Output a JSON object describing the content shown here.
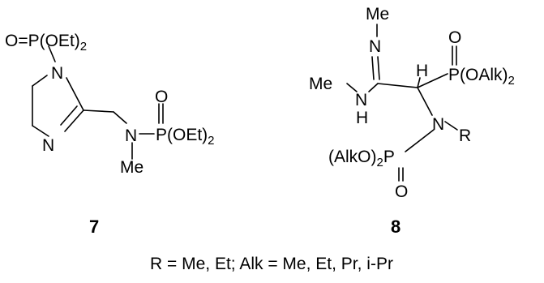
{
  "compound7": {
    "id": "7",
    "phosphoryl_top": {
      "main": "O=P(OEt)",
      "sub": "2"
    },
    "ring_n1": "N",
    "ring_n3": "N",
    "amine_n": "N",
    "phosphoryl_oxygen": "O",
    "phosphoryl_side": {
      "main": "P(OEt)",
      "sub": "2"
    },
    "n_methyl": "Me"
  },
  "compound8": {
    "id": "8",
    "imine_methyl": "Me",
    "imine_n": "N",
    "amine_methyl": "Me",
    "amine_n": "N",
    "amine_h": "H",
    "ch_h": "H",
    "phosphoryl_oxygen_top": "O",
    "phosphoryl_top": {
      "main": "P(OAlk)",
      "sub": "2"
    },
    "central_n": "N",
    "r_group": "R",
    "phosphoryl_bottom": {
      "prefix": "(AlkO)",
      "sub": "2",
      "p": "P"
    },
    "phosphoryl_oxygen_bottom": "O"
  },
  "caption": "R = Me, Et; Alk = Me, Et, Pr, i-Pr"
}
